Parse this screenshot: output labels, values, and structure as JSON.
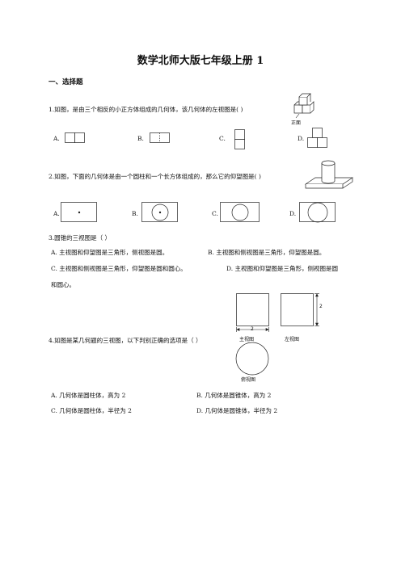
{
  "title": "数学北师大版七年级上册 1",
  "section": "一、选择题",
  "q1": {
    "stem": "1.如图，是由三个相反的小正方体组成的几何体，该几何体的左视图是(     )",
    "front_label": "正面",
    "options": [
      "A.",
      "B.",
      "C.",
      "D."
    ]
  },
  "q2": {
    "stem": "2.如图，下面的几何体是由一个圆柱和一个长方体组成的，那么它的仰望图是(     )",
    "options": [
      "A.",
      "B.",
      "C.",
      "D."
    ]
  },
  "q3": {
    "stem": "3.圆锥的三视图是（     ）",
    "optA": "A. 主视图和仰望图是三角形，侧视图是圆。",
    "optB": "B. 主视图和侧视图是三角形，仰望图是圆。",
    "optC": "C. 主视图和侧视图是三角形，仰望图是圆和圆心。",
    "optD": "D. 主视图和仰望图是三角形，侧视图是圆",
    "optD_cont": "和圆心。"
  },
  "q4": {
    "stem": "4.如图是某几何题的三视图，以下判别正确的选项是（     ）",
    "dim_w": "2",
    "dim_h": "2",
    "label_front": "主视图",
    "label_left": "左视图",
    "label_top": "俯视图",
    "optA": "A. 几何体是圆柱体，高为 2",
    "optB": "B. 几何体是圆锥体，高为 2",
    "optC": "C. 几何体是圆柱体，半径为 2",
    "optD": "D. 几何体是圆锥体，半径为 2"
  }
}
